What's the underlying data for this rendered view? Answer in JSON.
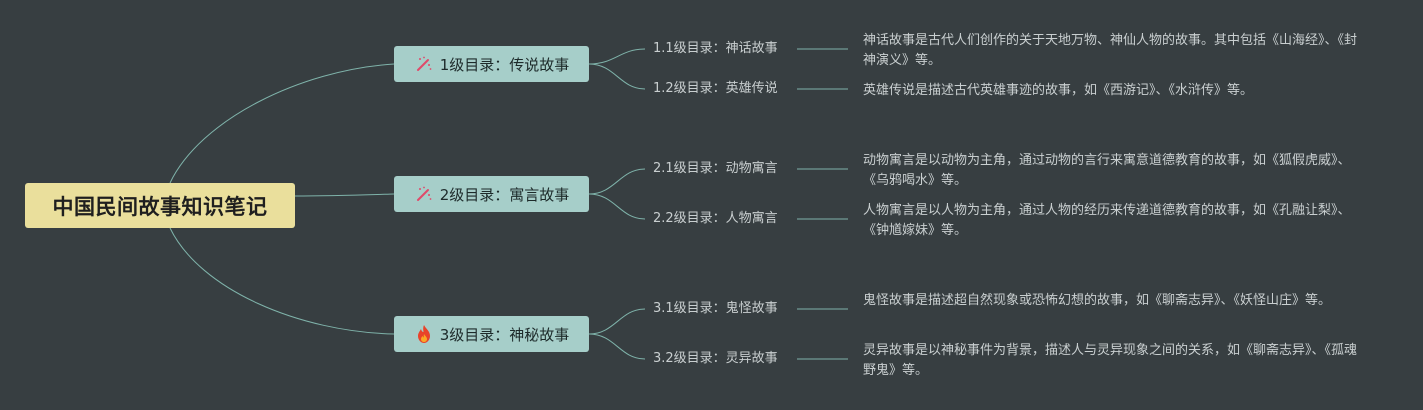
{
  "root": {
    "title": "中国民间故事知识笔记"
  },
  "branches": [
    {
      "label": "1级目录：传说故事",
      "icon": "magic-wand-icon",
      "children": [
        {
          "label": "1.1级目录：神话故事",
          "desc": "神话故事是古代人们创作的关于天地万物、神仙人物的故事。其中包括《山海经》、《封神演义》等。"
        },
        {
          "label": "1.2级目录：英雄传说",
          "desc": "英雄传说是描述古代英雄事迹的故事，如《西游记》、《水浒传》等。"
        }
      ]
    },
    {
      "label": "2级目录：寓言故事",
      "icon": "magic-wand-icon",
      "children": [
        {
          "label": "2.1级目录：动物寓言",
          "desc": "动物寓言是以动物为主角，通过动物的言行来寓意道德教育的故事，如《狐假虎威》、《乌鸦喝水》等。"
        },
        {
          "label": "2.2级目录：人物寓言",
          "desc": "人物寓言是以人物为主角，通过人物的经历来传递道德教育的故事，如《孔融让梨》、《钟馗嫁妹》等。"
        }
      ]
    },
    {
      "label": "3级目录：神秘故事",
      "icon": "fire-icon",
      "children": [
        {
          "label": "3.1级目录：鬼怪故事",
          "desc": "鬼怪故事是描述超自然现象或恐怖幻想的故事，如《聊斋志异》、《妖怪山庄》等。"
        },
        {
          "label": "3.2级目录：灵异故事",
          "desc": "灵异故事是以神秘事件为背景，描述人与灵异现象之间的关系，如《聊斋志异》、《孤魂野鬼》等。"
        }
      ]
    }
  ],
  "colors": {
    "background": "#373e41",
    "root_fill": "#eadf9c",
    "branch_fill": "#a6cec9",
    "connector": "#7fb3aa",
    "text": "#c9cfd0"
  }
}
